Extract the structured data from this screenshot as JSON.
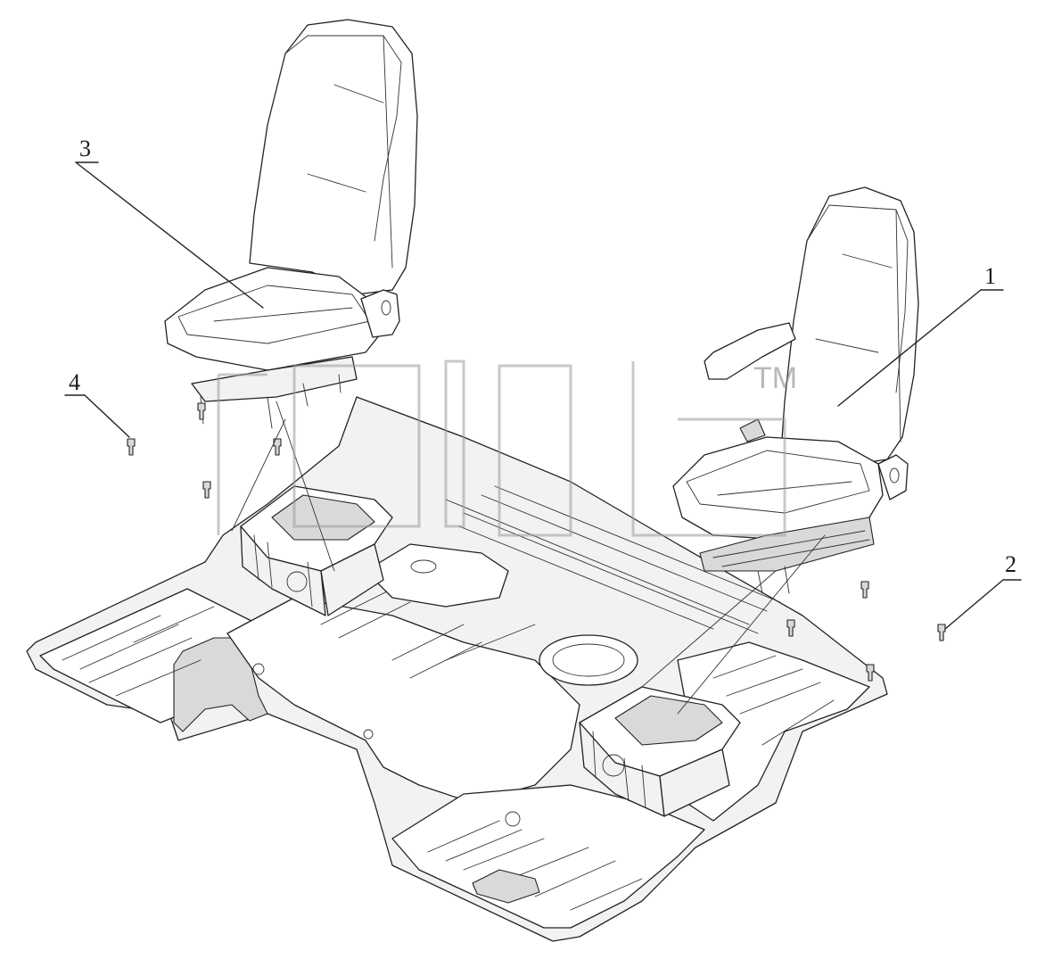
{
  "diagram": {
    "callouts": [
      {
        "id": "1",
        "label": "1"
      },
      {
        "id": "2",
        "label": "2"
      },
      {
        "id": "3",
        "label": "3"
      },
      {
        "id": "4",
        "label": "4"
      }
    ],
    "watermark": {
      "trademark": "TM"
    }
  },
  "colors": {
    "line": "#222222",
    "panel_fill": "#f2f2f2",
    "background": "#ffffff"
  }
}
